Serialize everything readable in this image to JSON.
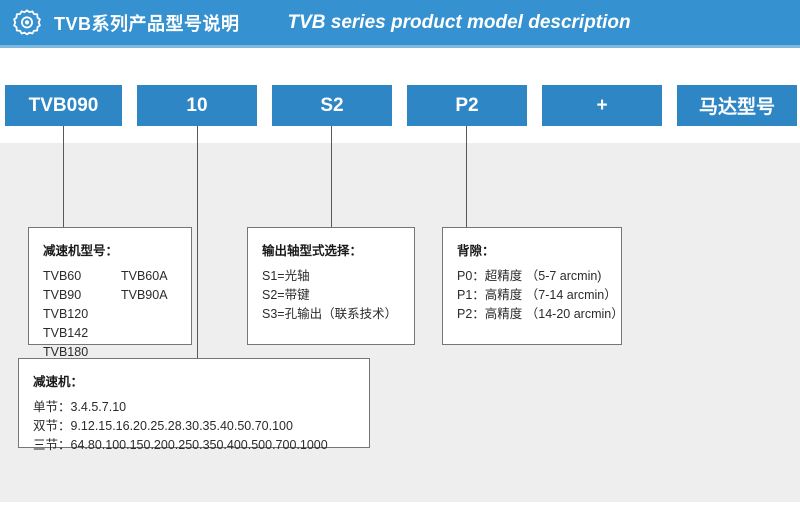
{
  "header": {
    "icon": "gear-icon",
    "title_cn": "TVB系列产品型号说明",
    "title_en": "TVB series product model description",
    "bg_color": "#3591cf",
    "underline_color": "#7fb8dd"
  },
  "code_boxes": [
    {
      "label": "TVB090"
    },
    {
      "label": "10"
    },
    {
      "label": "S2"
    },
    {
      "label": "P2"
    },
    {
      "label": "+"
    },
    {
      "label": "马达型号"
    }
  ],
  "box_color": "#2f86c5",
  "band_color": "#eeeeee",
  "info_boxes": {
    "models": {
      "title": "减速机型号：",
      "rows": [
        {
          "left": "TVB60",
          "right": "TVB60A"
        },
        {
          "left": "TVB90",
          "right": "TVB90A"
        },
        {
          "left": "TVB120",
          "right": ""
        },
        {
          "left": "TVB142",
          "right": ""
        },
        {
          "left": "TVB180",
          "right": ""
        }
      ]
    },
    "shaft": {
      "title": "输出轴型式选择：",
      "lines": [
        "S1=光轴",
        "S2=带键",
        "S3=孔输出（联系技术）"
      ]
    },
    "backlash": {
      "title": "背隙：",
      "lines": [
        "P0：超精度 （5-7 arcmin)",
        "P1：高精度 （7-14 arcmin）",
        "P2：高精度 （14-20 arcmin）"
      ]
    },
    "ratio": {
      "title": "减速机：",
      "lines": [
        "单节：3.4.5.7.10",
        "双节：9.12.15.16.20.25.28.30.35.40.50.70.100",
        "三节：64.80.100.150.200.250.350.400.500.700.1000"
      ]
    }
  }
}
